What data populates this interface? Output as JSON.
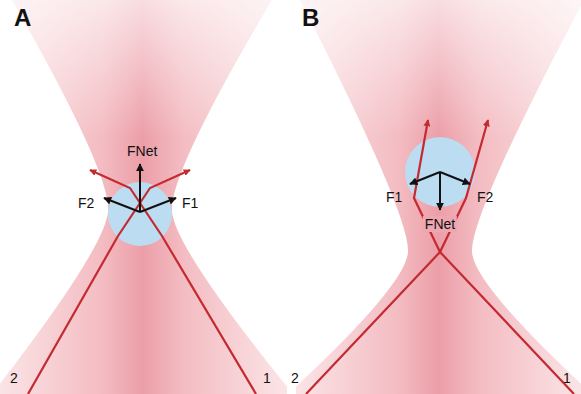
{
  "diagram": {
    "labels": [
      "A",
      "FNet",
      "F2",
      "F1",
      "2",
      "1",
      "B",
      "F1",
      "F2",
      "FNet",
      "2",
      "1"
    ]
  }
}
